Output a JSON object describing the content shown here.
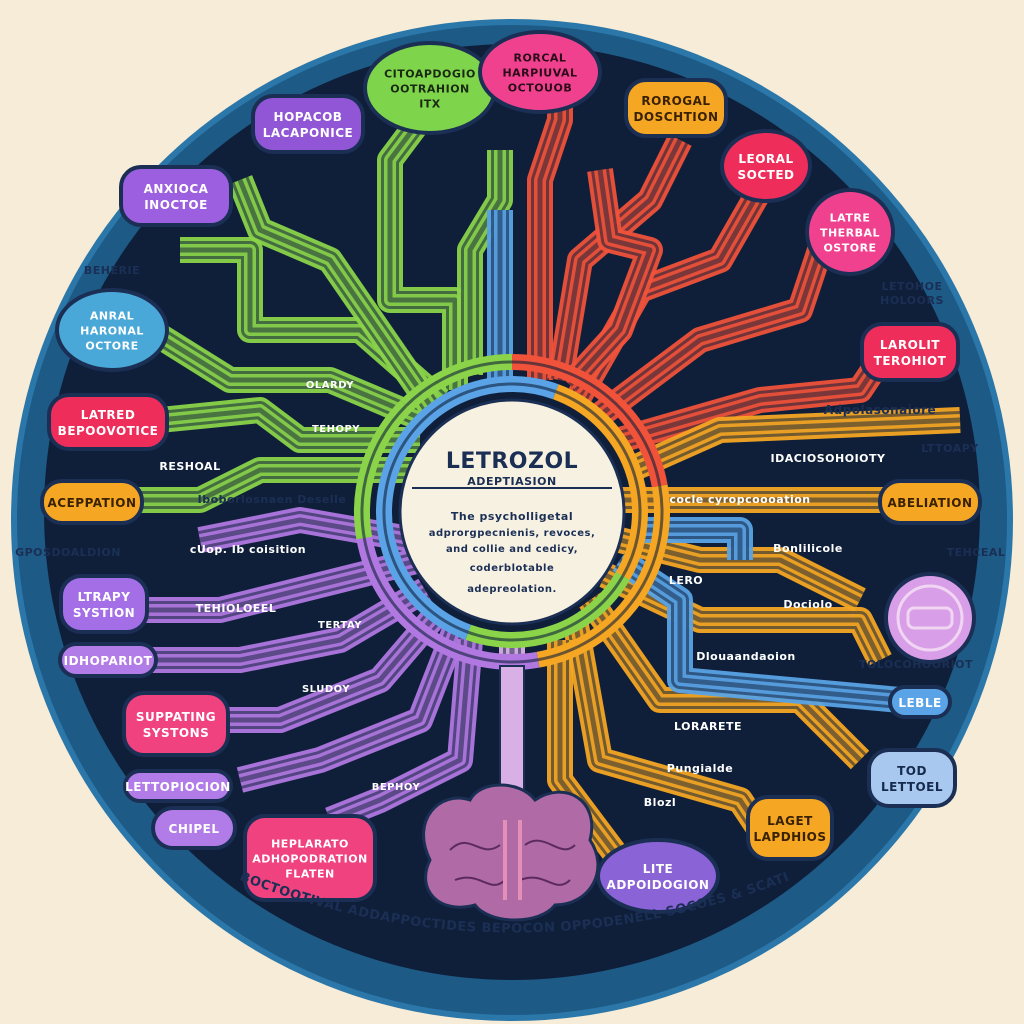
{
  "colors": {
    "background": "#f6ecd7",
    "disc": "#1d5a86",
    "disc_edge": "#2b77a9",
    "inner": "#0f1f3a",
    "center_fill": "#f7f1e2",
    "green": "#8bd44a",
    "red": "#f0523a",
    "purple": "#b078e0",
    "orange": "#f5a623",
    "blue": "#5aa3e6",
    "pink": "#f0427e",
    "brain": "#b06aa5"
  },
  "center": {
    "title": "LETROZOL",
    "subtitle": "ADEPTIASION",
    "body_lines": [
      "The psycholligetal",
      "adprorgpecnienis, revoces,",
      "and collie and cedicy,",
      "coderblotable",
      "adepreolation."
    ]
  },
  "bubbles": [
    {
      "id": "b1",
      "lines": [
        "CITOAPDOGIO",
        "OOTRAHION",
        "ITX"
      ],
      "fill": "#7ed44b",
      "text": "#1a2a12",
      "shape": "ellipse"
    },
    {
      "id": "b2",
      "lines": [
        "RORCAL",
        "HARPIUVAL",
        "OCTOUOB"
      ],
      "fill": "#f0418f",
      "text": "#2a0b18",
      "shape": "ellipse"
    },
    {
      "id": "b3",
      "lines": [
        "HOPACOB",
        "LACAPONICE"
      ],
      "fill": "#9156d6",
      "text": "#ffffff",
      "shape": "rect"
    },
    {
      "id": "b4",
      "lines": [
        "ROROGAL",
        "DOSCHTION"
      ],
      "fill": "#f5a623",
      "text": "#3a2200",
      "shape": "rect"
    },
    {
      "id": "b5",
      "lines": [
        "ANXIOCA",
        "INOCTOE"
      ],
      "fill": "#9c5fe0",
      "text": "#ffffff",
      "shape": "rect"
    },
    {
      "id": "b6",
      "lines": [
        "LEORAL",
        "SOCTED"
      ],
      "fill": "#ee2d5a",
      "text": "#ffffff",
      "shape": "ellipse"
    },
    {
      "id": "b7",
      "lines": [
        "LATRE",
        "THERBAL",
        "OSTORE"
      ],
      "fill": "#f0418f",
      "text": "#ffffff",
      "shape": "ellipse"
    },
    {
      "id": "b8",
      "lines": [
        "ANRAL",
        "HARONAL",
        "OCTORE"
      ],
      "fill": "#4aa8d8",
      "text": "#ffffff",
      "shape": "ellipse"
    },
    {
      "id": "b9",
      "lines": [
        "LAROLIT",
        "TEROHIOT"
      ],
      "fill": "#ee2d5a",
      "text": "#ffffff",
      "shape": "rect"
    },
    {
      "id": "b10",
      "lines": [
        "LATRED",
        "BEPOOVOTICE"
      ],
      "fill": "#ee2d5a",
      "text": "#ffffff",
      "shape": "rect"
    },
    {
      "id": "b11",
      "lines": [
        "ACEPPATION"
      ],
      "fill": "#f5a623",
      "text": "#3a2200",
      "shape": "rect"
    },
    {
      "id": "b12",
      "lines": [
        "ABELIATION"
      ],
      "fill": "#f5a623",
      "text": "#3a2200",
      "shape": "rect"
    },
    {
      "id": "b13",
      "lines": [
        "LTRAPY",
        "SYSTION"
      ],
      "fill": "#a46ee6",
      "text": "#ffffff",
      "shape": "rect"
    },
    {
      "id": "b14",
      "lines": [
        "IDHOPARIOT"
      ],
      "fill": "#b27ce8",
      "text": "#ffffff",
      "shape": "rect"
    },
    {
      "id": "b15",
      "lines": [
        ""
      ],
      "fill": "#d99ee8",
      "text": "#ffffff",
      "shape": "circle"
    },
    {
      "id": "b16",
      "lines": [
        "SUPPATING",
        "SYSTONS"
      ],
      "fill": "#f0427e",
      "text": "#ffffff",
      "shape": "rect"
    },
    {
      "id": "b17",
      "lines": [
        "LETTOPIOCION"
      ],
      "fill": "#b27ce8",
      "text": "#ffffff",
      "shape": "rect"
    },
    {
      "id": "b18",
      "lines": [
        "LEBLE"
      ],
      "fill": "#5aa3e6",
      "text": "#ffffff",
      "shape": "rect"
    },
    {
      "id": "b19",
      "lines": [
        "TOD",
        "LETTOEL"
      ],
      "fill": "#a9c8ef",
      "text": "#152a4c",
      "shape": "rect"
    },
    {
      "id": "b20",
      "lines": [
        "CHIPEL"
      ],
      "fill": "#b27ce8",
      "text": "#ffffff",
      "shape": "rect"
    },
    {
      "id": "b21",
      "lines": [
        "HEPLARATO",
        "ADHOPODRATION",
        "FLATEN"
      ],
      "fill": "#f0427e",
      "text": "#ffffff",
      "shape": "rect"
    },
    {
      "id": "b22",
      "lines": [
        "LITE",
        "ADPOIDOGION"
      ],
      "fill": "#8a63d6",
      "text": "#ffffff",
      "shape": "ellipse"
    },
    {
      "id": "b23",
      "lines": [
        "LAGET",
        "LAPDHIOS"
      ],
      "fill": "#f5a623",
      "text": "#3a2200",
      "shape": "rect"
    }
  ],
  "branch_labels": [
    {
      "id": "l1",
      "text": "LETOHOE\nHOLOORS",
      "color": "#1b2f55"
    },
    {
      "id": "l2",
      "text": "Adpolasonaiore",
      "color": "#1b2f55"
    },
    {
      "id": "l3",
      "text": "LTTOAPY",
      "color": "#1b2f55"
    },
    {
      "id": "l4",
      "text": "IDACIOSOHOIOTY",
      "color": "#ffffff"
    },
    {
      "id": "l5",
      "text": "cocle cyropcoooation",
      "color": "#ffffff"
    },
    {
      "id": "l6",
      "text": "Bonlilicole",
      "color": "#ffffff"
    },
    {
      "id": "l7",
      "text": "TEHCEAL",
      "color": "#1b2f55"
    },
    {
      "id": "l8",
      "text": "LERO",
      "color": "#ffffff"
    },
    {
      "id": "l9",
      "text": "Dociolo",
      "color": "#ffffff"
    },
    {
      "id": "l10",
      "text": "Dlouaandaoion",
      "color": "#ffffff"
    },
    {
      "id": "l11",
      "text": "TOLOCOHOORIOT",
      "color": "#1b2f55"
    },
    {
      "id": "l12",
      "text": "LORARETE",
      "color": "#ffffff"
    },
    {
      "id": "l13",
      "text": "Pungialde",
      "color": "#ffffff"
    },
    {
      "id": "l14",
      "text": "Blozl",
      "color": "#ffffff"
    },
    {
      "id": "l15",
      "text": "BEHERIE",
      "color": "#1b2f55"
    },
    {
      "id": "l16",
      "text": "RESHOAL",
      "color": "#ffffff"
    },
    {
      "id": "l17",
      "text": "Iboborlosnaen Deselle",
      "color": "#1b2f55"
    },
    {
      "id": "l18",
      "text": "cUop. Ib coisition",
      "color": "#ffffff"
    },
    {
      "id": "l19",
      "text": "GPOSDOALDION",
      "color": "#1b2f55"
    },
    {
      "id": "l20",
      "text": "TEHIOLOEEL",
      "color": "#ffffff"
    },
    {
      "id": "l21",
      "text": "TEHOPY",
      "color": "#ffffff"
    },
    {
      "id": "l22",
      "text": "TERTAY",
      "color": "#ffffff"
    },
    {
      "id": "l23",
      "text": "SLUDOY",
      "color": "#ffffff"
    },
    {
      "id": "l24",
      "text": "BEPHOY",
      "color": "#ffffff"
    },
    {
      "id": "l25",
      "text": "OLARDY",
      "color": "#ffffff"
    }
  ],
  "footer_arc_text": "ADBOCTOOTIVAL ADDAPPOCTIDES BEPOCON OPPODENELL SOCOES & SCATION"
}
